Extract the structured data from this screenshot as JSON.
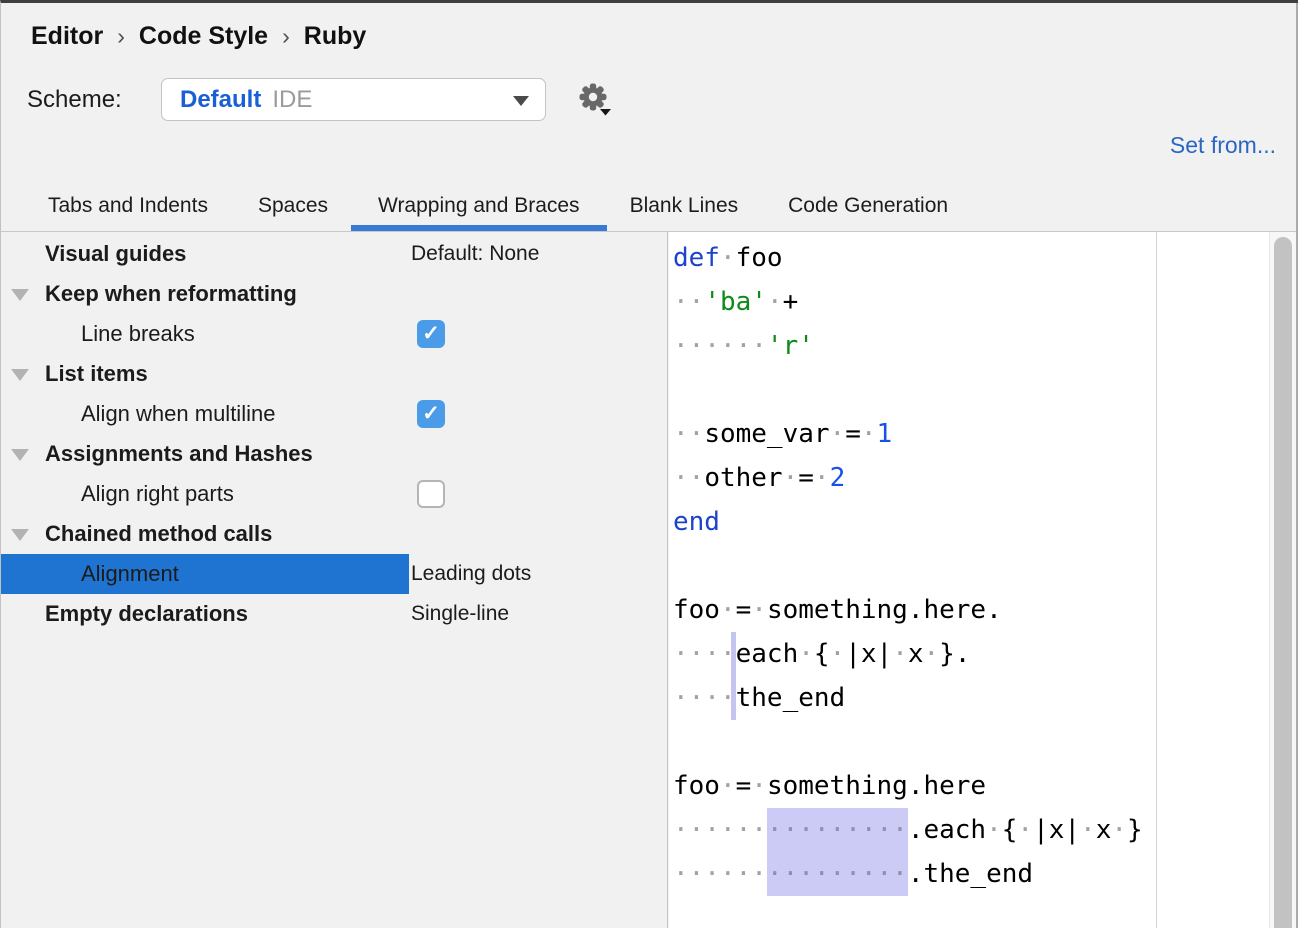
{
  "colors": {
    "tab_underline": "#3979d3",
    "selection_bg": "#1f74d2",
    "checkbox_blue": "#4a9be8",
    "keyword": "#1d42cc",
    "string": "#0e8a1a",
    "number": "#1750eb",
    "highlight_lavender": "#cbcbf6",
    "link_blue": "#2a66c4",
    "scheme_value_blue": "#1b5fd6"
  },
  "header": {
    "breadcrumb": {
      "items": [
        "Editor",
        "Code Style",
        "Ruby"
      ],
      "separator": "›"
    },
    "scheme": {
      "label": "Scheme:",
      "primary": "Default",
      "secondary": "IDE"
    },
    "set_from": "Set from..."
  },
  "tabs": [
    {
      "label": "Tabs and Indents",
      "active": false
    },
    {
      "label": "Spaces",
      "active": false
    },
    {
      "label": "Wrapping and Braces",
      "active": true
    },
    {
      "label": "Blank Lines",
      "active": false
    },
    {
      "label": "Code Generation",
      "active": false
    }
  ],
  "tree": {
    "rows": [
      {
        "label": "Visual guides",
        "bold": true,
        "level": 0,
        "expander": false,
        "value": "Default: None"
      },
      {
        "label": "Keep when reformatting",
        "bold": true,
        "level": 0,
        "expander": true
      },
      {
        "label": "Line breaks",
        "bold": false,
        "level": 1,
        "checkbox": {
          "checked": true
        }
      },
      {
        "label": "List items",
        "bold": true,
        "level": 0,
        "expander": true
      },
      {
        "label": "Align when multiline",
        "bold": false,
        "level": 1,
        "checkbox": {
          "checked": true
        }
      },
      {
        "label": "Assignments and Hashes",
        "bold": true,
        "level": 0,
        "expander": true
      },
      {
        "label": "Align right parts",
        "bold": false,
        "level": 1,
        "checkbox": {
          "checked": false
        }
      },
      {
        "label": "Chained method calls",
        "bold": true,
        "level": 0,
        "expander": true
      },
      {
        "label": "Alignment",
        "bold": false,
        "level": 1,
        "selected": true,
        "value": "Leading dots"
      },
      {
        "label": "Empty declarations",
        "bold": true,
        "level": 0,
        "value": "Single-line"
      }
    ]
  },
  "preview": {
    "lines": [
      [
        [
          "kw",
          "def"
        ],
        [
          "ws",
          " "
        ],
        [
          "plain",
          "foo"
        ]
      ],
      [
        [
          "ws",
          "  "
        ],
        [
          "str",
          "'ba'"
        ],
        [
          "ws",
          " "
        ],
        [
          "plain",
          "+"
        ]
      ],
      [
        [
          "ws",
          "      "
        ],
        [
          "str",
          "'r'"
        ]
      ],
      [],
      [
        [
          "ws",
          "  "
        ],
        [
          "plain",
          "some_var"
        ],
        [
          "ws",
          " "
        ],
        [
          "plain",
          "="
        ],
        [
          "ws",
          " "
        ],
        [
          "num",
          "1"
        ]
      ],
      [
        [
          "ws",
          "  "
        ],
        [
          "plain",
          "other"
        ],
        [
          "ws",
          " "
        ],
        [
          "plain",
          "="
        ],
        [
          "ws",
          " "
        ],
        [
          "num",
          "2"
        ]
      ],
      [
        [
          "kw",
          "end"
        ]
      ],
      [],
      [
        [
          "plain",
          "foo"
        ],
        [
          "ws",
          " "
        ],
        [
          "plain",
          "="
        ],
        [
          "ws",
          " "
        ],
        [
          "plain",
          "something.here."
        ]
      ],
      [
        [
          "ws",
          "    "
        ],
        [
          "bar",
          ""
        ],
        [
          "plain",
          "each"
        ],
        [
          "ws",
          " "
        ],
        [
          "plain",
          "{"
        ],
        [
          "ws",
          " "
        ],
        [
          "plain",
          "|x|"
        ],
        [
          "ws",
          " "
        ],
        [
          "plain",
          "x"
        ],
        [
          "ws",
          " "
        ],
        [
          "plain",
          "}."
        ]
      ],
      [
        [
          "ws",
          "    "
        ],
        [
          "bar",
          ""
        ],
        [
          "plain",
          "the_end"
        ]
      ],
      [],
      [
        [
          "plain",
          "foo"
        ],
        [
          "ws",
          " "
        ],
        [
          "plain",
          "="
        ],
        [
          "ws",
          " "
        ],
        [
          "plain",
          "something.here"
        ]
      ],
      [
        [
          "ws",
          "      "
        ],
        [
          "wsh",
          "         "
        ],
        [
          "plain",
          ".each"
        ],
        [
          "ws",
          " "
        ],
        [
          "plain",
          "{"
        ],
        [
          "ws",
          " "
        ],
        [
          "plain",
          "|x|"
        ],
        [
          "ws",
          " "
        ],
        [
          "plain",
          "x"
        ],
        [
          "ws",
          " "
        ],
        [
          "plain",
          "}"
        ]
      ],
      [
        [
          "ws",
          "      "
        ],
        [
          "wsh",
          "         "
        ],
        [
          "plain",
          ".the_end"
        ]
      ]
    ]
  }
}
